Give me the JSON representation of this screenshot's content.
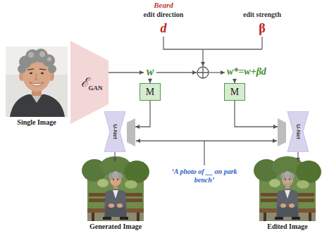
{
  "diagram": {
    "nodes": [
      {
        "text": [
          "Single Image"
        ]
      },
      {
        "text": [
          "ℰ",
          "GAN"
        ]
      },
      {
        "text": [
          "M"
        ]
      },
      {
        "text": [
          "M"
        ]
      },
      {
        "text": [
          "U-Net"
        ]
      },
      {
        "text": [
          "U-Net"
        ]
      },
      {
        "text": [
          "Generated Image"
        ]
      },
      {
        "text": [
          "Edited Image"
        ]
      }
    ],
    "edges": [
      {
        "from": 2,
        "to": 4,
        "arrow": "to"
      },
      {
        "from": 3,
        "to": 5,
        "arrow": "to"
      },
      {
        "from": 4,
        "to": 6,
        "arrow": "to"
      },
      {
        "from": 5,
        "to": 7,
        "arrow": "to"
      }
    ],
    "labels": [
      "Beard",
      "edit direction",
      "edit strength",
      "d",
      "β",
      "w",
      "w*=w+βd",
      "‘A photo of __ on park bench’"
    ]
  }
}
